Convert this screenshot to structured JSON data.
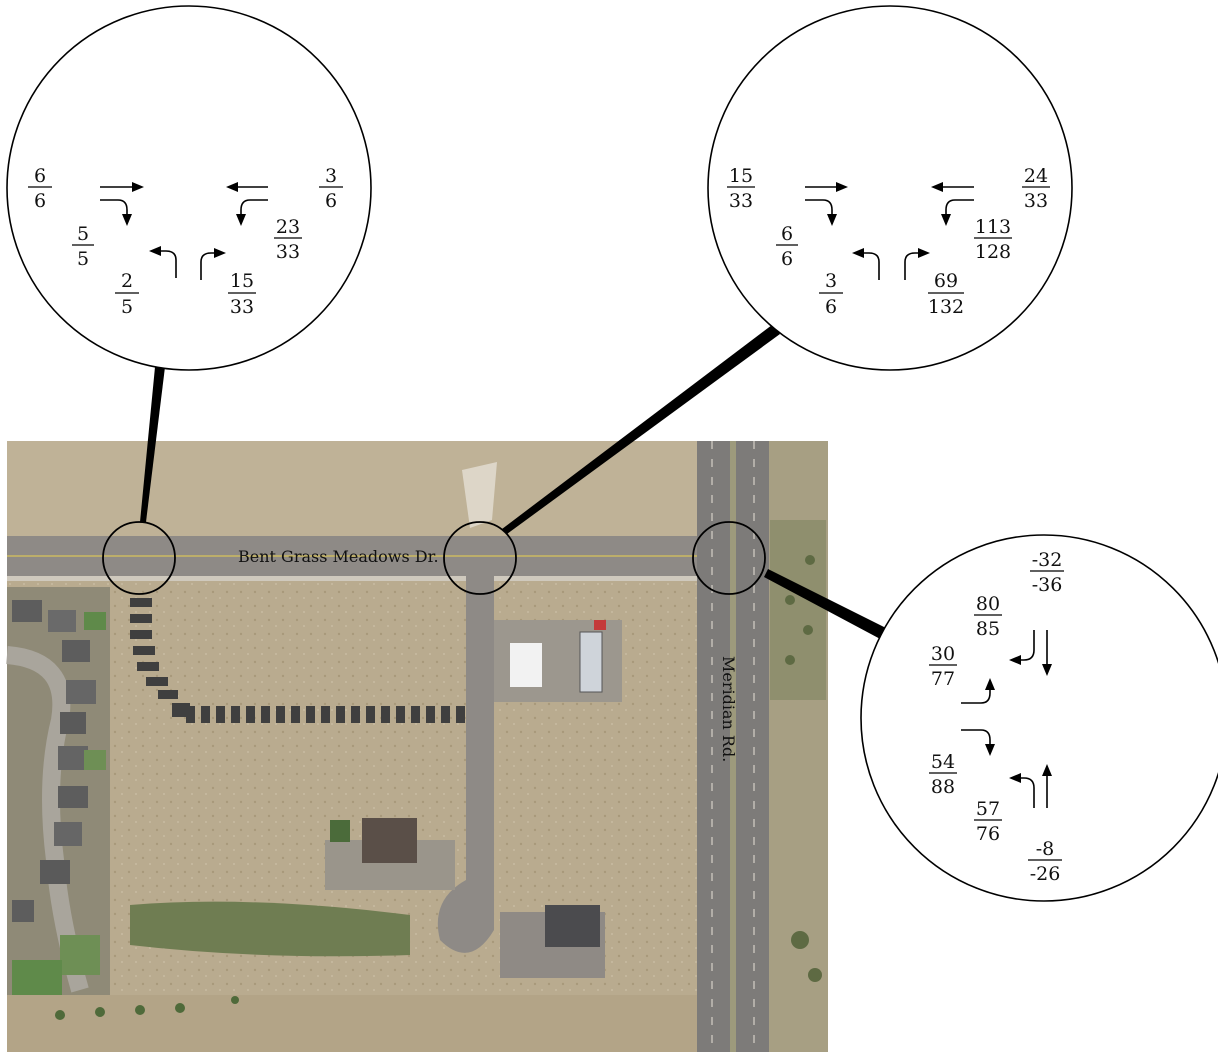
{
  "map": {
    "road_labels": {
      "bent_grass": "Bent Grass Meadows Dr.",
      "meridian": "Meridian Rd."
    },
    "colors": {
      "ground": "#b8a98c",
      "road": "#8e8a86",
      "dashed_path": "#4a4a4a",
      "highway": "#7d7b79",
      "vegetation": "#6f7d52"
    }
  },
  "callouts": {
    "west": {
      "eb_thru": {
        "num": "6",
        "den": "6"
      },
      "eb_right": {
        "num": "5",
        "den": "5"
      },
      "wb_thru": {
        "num": "3",
        "den": "6"
      },
      "wb_left": {
        "num": "23",
        "den": "33"
      },
      "nb_left": {
        "num": "2",
        "den": "5"
      },
      "nb_right": {
        "num": "15",
        "den": "33"
      }
    },
    "center": {
      "eb_thru": {
        "num": "15",
        "den": "33"
      },
      "eb_right": {
        "num": "6",
        "den": "6"
      },
      "wb_thru": {
        "num": "24",
        "den": "33"
      },
      "wb_left": {
        "num": "113",
        "den": "128"
      },
      "nb_left": {
        "num": "3",
        "den": "6"
      },
      "nb_right": {
        "num": "69",
        "den": "132"
      }
    },
    "east": {
      "sb_thru": {
        "num": "-32",
        "den": "-36"
      },
      "sb_right": {
        "num": "80",
        "den": "85"
      },
      "eb_left": {
        "num": "30",
        "den": "77"
      },
      "eb_right": {
        "num": "54",
        "den": "88"
      },
      "nb_left": {
        "num": "57",
        "den": "76"
      },
      "nb_thru": {
        "num": "-8",
        "den": "-26"
      }
    }
  }
}
